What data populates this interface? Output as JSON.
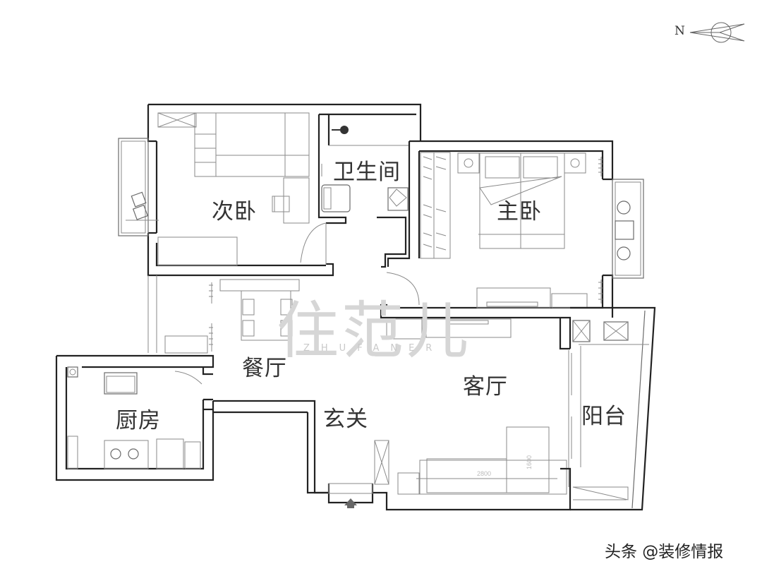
{
  "compass": {
    "label": "N",
    "icon": "north-arrow-icon"
  },
  "rooms": {
    "second_bedroom": "次卧",
    "bathroom": "卫生间",
    "master_bedroom": "主卧",
    "dining_room": "餐厅",
    "living_room": "客厅",
    "kitchen": "厨房",
    "entrance": "玄关",
    "balcony": "阳台"
  },
  "watermark": {
    "main": "住范儿",
    "sub": "ZHUFANER"
  },
  "dimensions": {
    "sofa_length": "2800",
    "sofa_depth": "1600"
  },
  "credit": "头条 @装修情报",
  "colors": {
    "wall": "#222222",
    "furniture": "#8a8a8a",
    "label": "#333333",
    "watermark": "#d6d6d6",
    "background": "#ffffff"
  }
}
